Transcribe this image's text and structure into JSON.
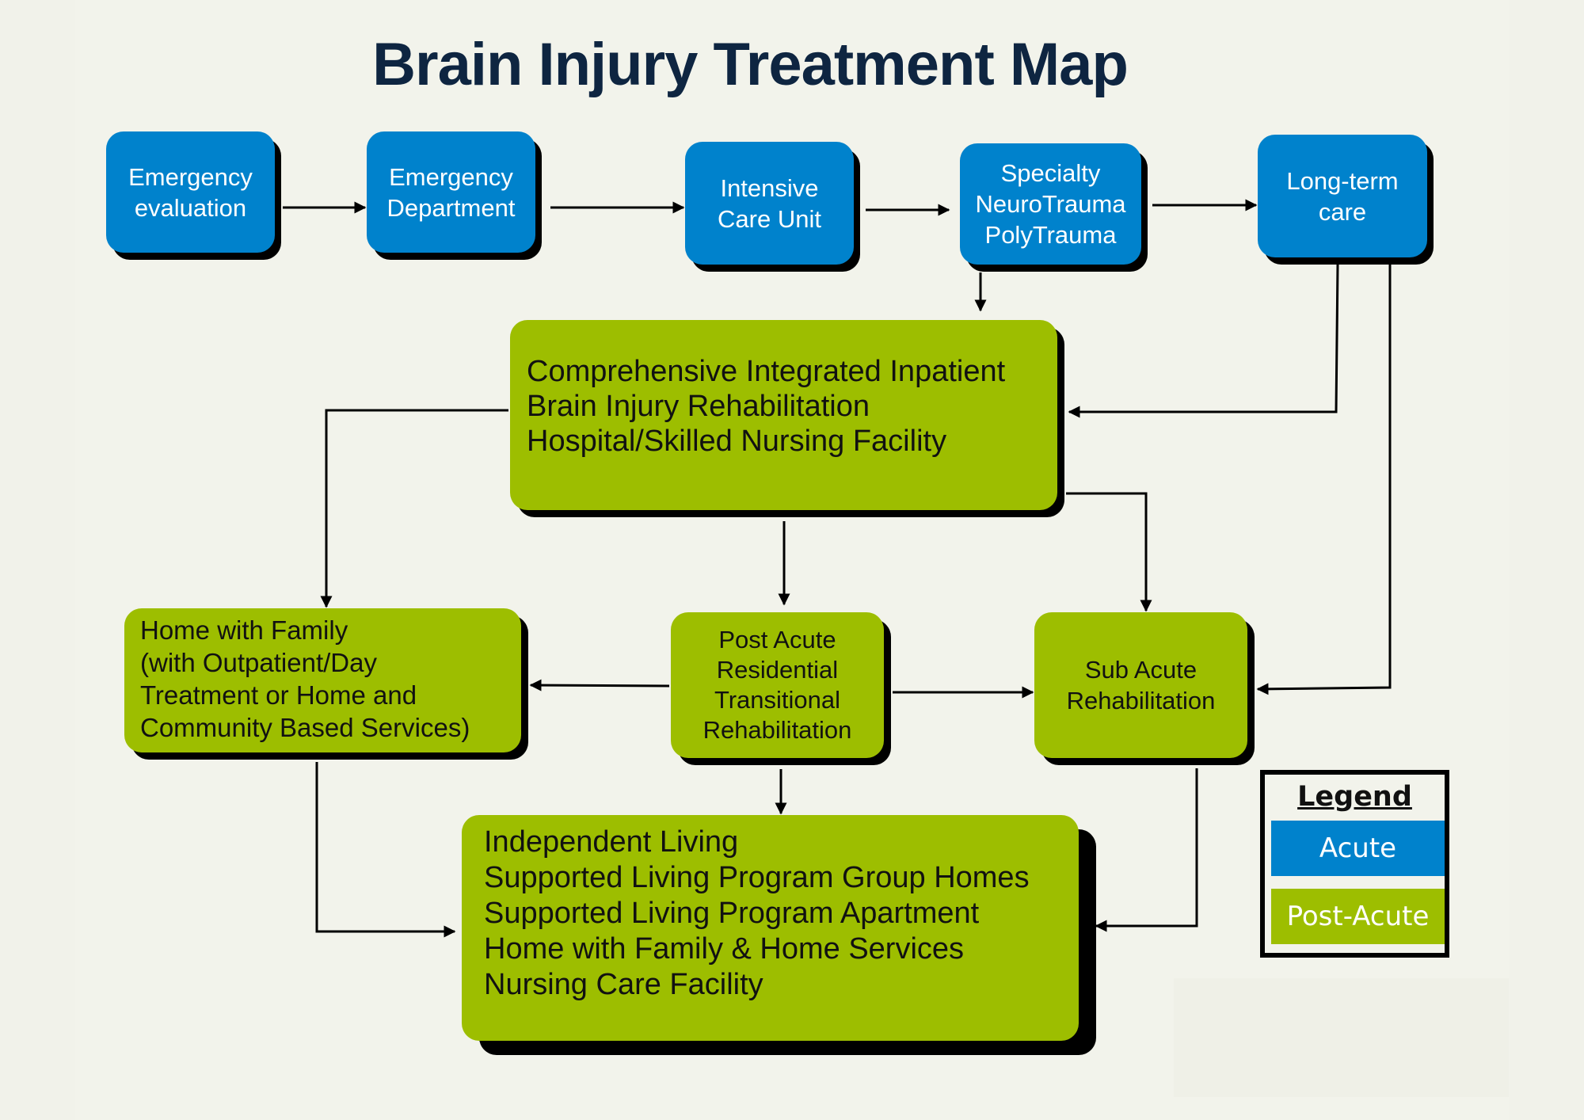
{
  "title": "Brain Injury Treatment Map",
  "colors": {
    "acute": "#0082cc",
    "post_acute": "#9dbe00",
    "title": "#0e2541",
    "background": "#f2f3eb",
    "shadow": "#000000"
  },
  "nodes": {
    "emergency_evaluation": {
      "label": "Emergency\nevaluation",
      "category": "Acute"
    },
    "emergency_department": {
      "label": "Emergency\nDepartment",
      "category": "Acute"
    },
    "icu": {
      "label": "Intensive\nCare Unit",
      "category": "Acute"
    },
    "specialty": {
      "label": "Specialty\nNeuroTrauma\nPolyTrauma",
      "category": "Acute"
    },
    "long_term_care": {
      "label": "Long-term\ncare",
      "category": "Acute"
    },
    "comprehensive": {
      "label": "Comprehensive Integrated Inpatient\nBrain Injury Rehabilitation\nHospital/Skilled Nursing Facility",
      "category": "Post-Acute"
    },
    "home_with_family": {
      "label": "Home with Family\n(with Outpatient/Day\nTreatment or Home and\nCommunity Based Services)",
      "category": "Post-Acute"
    },
    "post_acute_residential": {
      "label": "Post Acute\nResidential\nTransitional\nRehabilitation",
      "category": "Post-Acute"
    },
    "sub_acute": {
      "label": "Sub Acute\nRehabilitation",
      "category": "Post-Acute"
    },
    "community_living": {
      "label": "Independent Living\nSupported Living Program Group Homes\nSupported Living Program Apartment\nHome with Family & Home Services\nNursing Care Facility",
      "category": "Post-Acute"
    }
  },
  "edges": [
    {
      "from": "emergency_evaluation",
      "to": "emergency_department"
    },
    {
      "from": "emergency_department",
      "to": "icu"
    },
    {
      "from": "icu",
      "to": "specialty"
    },
    {
      "from": "specialty",
      "to": "long_term_care"
    },
    {
      "from": "specialty",
      "to": "comprehensive"
    },
    {
      "from": "long_term_care",
      "to": "comprehensive"
    },
    {
      "from": "long_term_care",
      "to": "sub_acute"
    },
    {
      "from": "comprehensive",
      "to": "home_with_family"
    },
    {
      "from": "comprehensive",
      "to": "post_acute_residential"
    },
    {
      "from": "comprehensive",
      "to": "sub_acute"
    },
    {
      "from": "post_acute_residential",
      "to": "home_with_family"
    },
    {
      "from": "post_acute_residential",
      "to": "sub_acute"
    },
    {
      "from": "post_acute_residential",
      "to": "community_living"
    },
    {
      "from": "home_with_family",
      "to": "community_living"
    },
    {
      "from": "sub_acute",
      "to": "community_living"
    }
  ],
  "legend": {
    "title": "Legend",
    "items": [
      {
        "label": "Acute",
        "color": "#0082cc"
      },
      {
        "label": "Post-Acute",
        "color": "#9dbe00"
      }
    ]
  }
}
